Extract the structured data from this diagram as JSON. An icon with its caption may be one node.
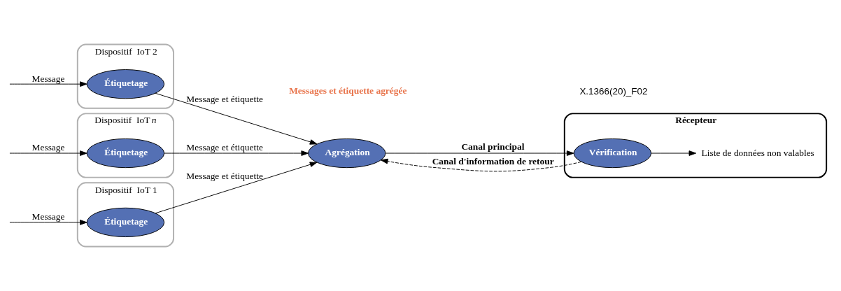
{
  "diagram": {
    "nodes": [
      {
        "text": [
          "Dispositif  IoT 1"
        ]
      },
      {
        "text": [
          "Étiquetage"
        ],
        "in": 0
      },
      {
        "text": [
          "Dispositif  IoT 2"
        ]
      },
      {
        "text": [
          "Étiquetage"
        ],
        "in": 2
      },
      {
        "text": [
          "Dispositif  IoT *n*"
        ]
      },
      {
        "text": [
          "Étiquetage"
        ],
        "in": 4
      },
      {
        "text": [
          "Agrégation"
        ]
      },
      {
        "text": [
          "Récepteur"
        ]
      },
      {
        "text": [
          "Vérification"
        ],
        "in": 7
      },
      {
        "text": [
          "Liste de données non valables"
        ],
        "in": 7
      }
    ],
    "edges": [
      {
        "from": null,
        "to": 1,
        "arrow": "to",
        "label": "Message"
      },
      {
        "from": null,
        "to": 3,
        "arrow": "to",
        "label": "Message"
      },
      {
        "from": null,
        "to": 5,
        "arrow": "to",
        "label": "Message"
      },
      {
        "from": 1,
        "to": 6,
        "arrow": "to",
        "label": "Message et étiquette"
      },
      {
        "from": 3,
        "to": 6,
        "arrow": "to",
        "label": "Message et étiquette"
      },
      {
        "from": 5,
        "to": 6,
        "arrow": "to",
        "label": "Message et étiquette"
      },
      {
        "from": 6,
        "to": 8,
        "arrow": "to",
        "label": "Canal principal"
      },
      {
        "from": 8,
        "to": 6,
        "arrow": "to",
        "label": "Canal d'information de retour",
        "style": "dashed"
      },
      {
        "from": 8,
        "to": 9,
        "arrow": "to"
      }
    ],
    "labels": [
      "Messages et étiquette agrégée",
      "X.1366(20)_F02"
    ]
  }
}
